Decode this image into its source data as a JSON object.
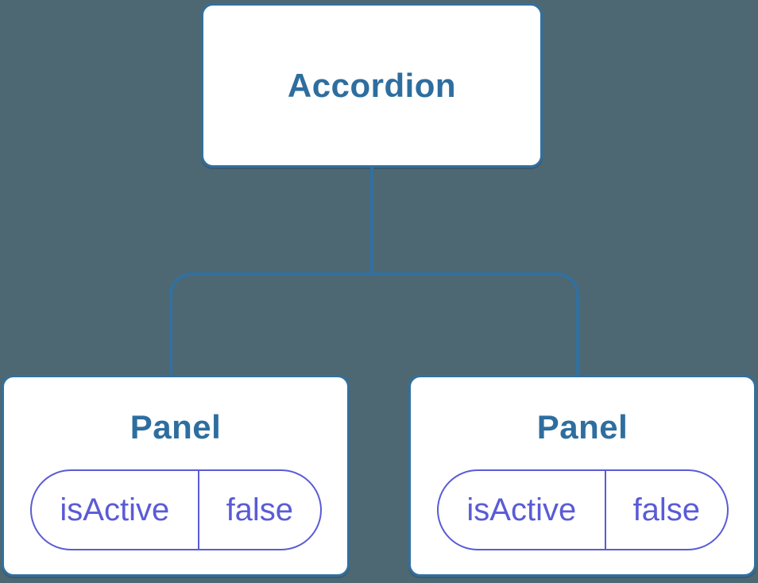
{
  "diagram": {
    "type": "component-tree",
    "colors": {
      "background": "#4d6873",
      "line": "#32709f",
      "label": "#2e6e9f",
      "state": "#5a5bd6",
      "node_background": "#ffffff"
    },
    "root": {
      "label": "Accordion"
    },
    "panels": [
      {
        "label": "Panel",
        "state": {
          "name": "isActive",
          "value": "false"
        }
      },
      {
        "label": "Panel",
        "state": {
          "name": "isActive",
          "value": "false"
        }
      }
    ]
  }
}
